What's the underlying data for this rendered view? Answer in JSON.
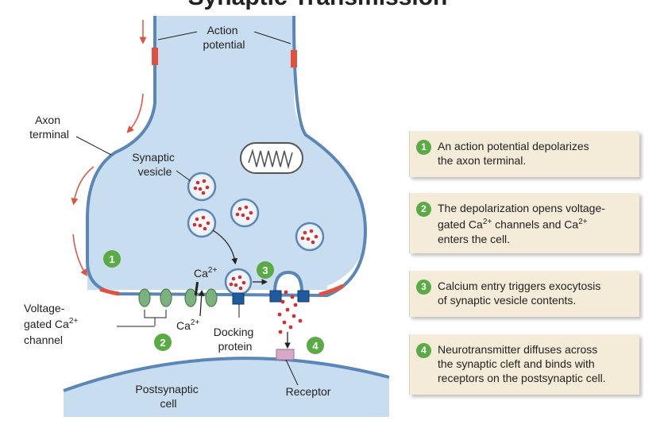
{
  "title": "Synaptic Transmission",
  "labels": {
    "action_potential_line1": "Action",
    "action_potential_line2": "potential",
    "axon_terminal_line1": "Axon",
    "axon_terminal_line2": "terminal",
    "synaptic_vesicle_line1": "Synaptic",
    "synaptic_vesicle_line2": "vesicle",
    "calcium_base": "Ca",
    "calcium_sup": "2+",
    "vgcc_line1": "Voltage-",
    "vgcc_line2": "gated Ca",
    "vgcc_sup": "2+",
    "vgcc_line3": "channel",
    "docking_line1": "Docking",
    "docking_line2": "protein",
    "postsynaptic_line1": "Postsynaptic",
    "postsynaptic_line2": "cell",
    "receptor": "Receptor"
  },
  "badges": [
    "1",
    "2",
    "3",
    "4"
  ],
  "steps": [
    {
      "num": "1",
      "lines": [
        "An action potential depolarizes",
        "the axon terminal."
      ]
    },
    {
      "num": "2",
      "line1": "The depolarization opens voltage-",
      "line2a": "gated Ca",
      "sup1": "2+",
      "line2b": " channels and Ca",
      "sup2": "2+",
      "line3": "enters the cell."
    },
    {
      "num": "3",
      "lines": [
        "Calcium entry triggers exocytosis",
        "of synaptic vesicle contents."
      ]
    },
    {
      "num": "4",
      "lines": [
        "Neurotransmitter diffuses across",
        "the synaptic cleft and binds with",
        "receptors on the postsynaptic cell."
      ]
    }
  ],
  "colors": {
    "cytoplasm": "#c9ddf0",
    "membrane": "#5b87b8",
    "depolarized": "#e0523f",
    "arrow_red": "#e0523f",
    "badge_green": "#5aaa46",
    "channel_green": "#7cb27d",
    "docking_blue": "#1f5a9c",
    "receptor_pink": "#d8a8c8",
    "step_bg": "#f4ecd8"
  }
}
